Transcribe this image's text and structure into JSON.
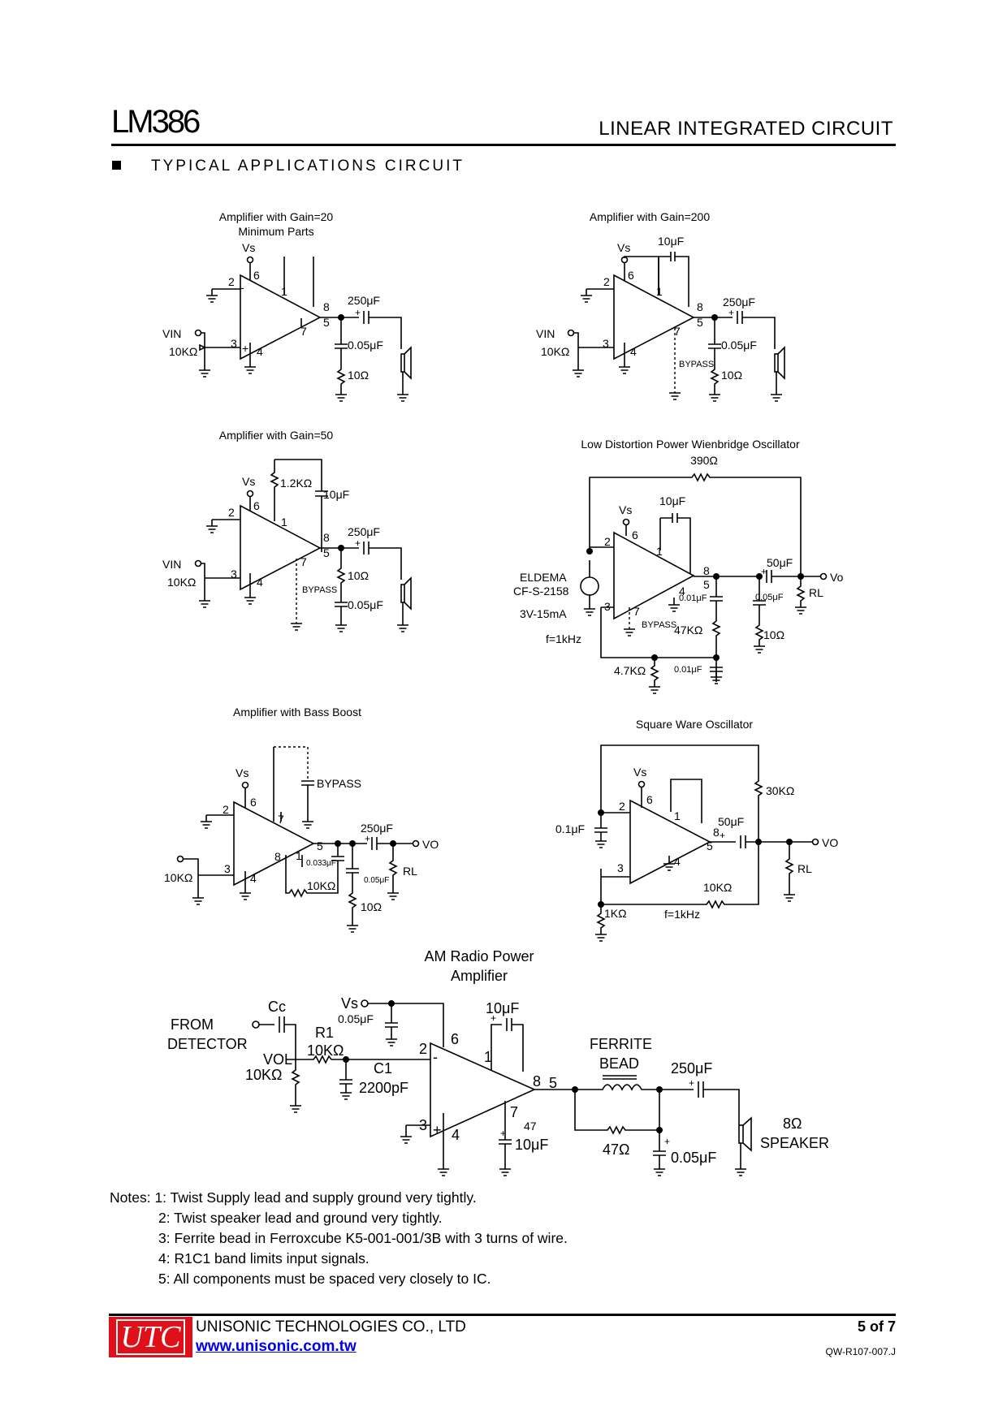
{
  "header": {
    "part_number": "LM386",
    "doc_type": "LINEAR INTEGRATED CIRCUIT",
    "section_title": "TYPICAL APPLICATIONS CIRCUIT"
  },
  "circuits": {
    "gain20": {
      "title1": "Amplifier with Gain=20",
      "title2": "Minimum Parts",
      "vs": "Vs",
      "vin": "VIN",
      "pot": "10KΩ",
      "cap_out": "250μF",
      "cap_snub": "0.05μF",
      "res_snub": "10Ω"
    },
    "gain200": {
      "title": "Amplifier with Gain=200",
      "vs": "Vs",
      "vin": "VIN",
      "pot": "10KΩ",
      "cap_gain": "10μF",
      "cap_out": "250μF",
      "cap_snub": "0.05μF",
      "res_snub": "10Ω",
      "bypass": "BYPASS"
    },
    "gain50": {
      "title": "Amplifier with Gain=50",
      "vs": "Vs",
      "vin": "VIN",
      "pot": "10KΩ",
      "res_gain": "1.2KΩ",
      "cap_gain": "10μF",
      "cap_out": "250μF",
      "res_snub": "10Ω",
      "cap_snub": "0.05μF",
      "bypass": "BYPASS"
    },
    "wien": {
      "title": "Low Distortion Power Wienbridge Oscillator",
      "r_fb": "390Ω",
      "vs": "Vs",
      "cap_gain": "10μF",
      "lamp1": "ELDEMA",
      "lamp2": "CF-S-2158",
      "lamp3": "3V-15mA",
      "freq": "f=1kHz",
      "cap_out": "50μF",
      "vo": "Vo",
      "rl": "RL",
      "c1": "0.01μF",
      "c2": "0.05μF",
      "r1": "47KΩ",
      "r2": "10Ω",
      "r3": "4.7KΩ",
      "c3": "0.01μF",
      "bypass": "BYPASS"
    },
    "bass": {
      "title": "Amplifier with Bass Boost",
      "vs": "Vs",
      "bypass": "BYPASS",
      "cap_out": "250μF",
      "vo": "VO",
      "rl": "RL",
      "c1": "0.033μF",
      "r1": "10KΩ",
      "c2": "0.05μF",
      "r2": "10Ω",
      "pot": "10KΩ"
    },
    "square": {
      "title": "Square Ware Oscillator",
      "vs": "Vs",
      "r_fb": "30KΩ",
      "cap_in": "0.1μF",
      "cap_out": "50μF",
      "vo": "VO",
      "rl": "RL",
      "r2": "10KΩ",
      "r1": "1KΩ",
      "freq": "f=1kHz"
    },
    "am": {
      "title1": "AM Radio Power",
      "title2": "Amplifier",
      "vs": "Vs",
      "cap_vs": "0.05μF",
      "from1": "FROM",
      "from2": "DETECTOR",
      "cc": "Cc",
      "r1": "R1",
      "r1_val": "10KΩ",
      "vol": "VOL",
      "vol_val": "10KΩ",
      "c1": "C1",
      "c1_val": "2200pF",
      "cap_gain": "10μF",
      "ferrite1": "FERRITE",
      "ferrite2": "BEAD",
      "cap_out": "250μF",
      "speaker1": "8Ω",
      "speaker2": "SPEAKER",
      "r47": "47Ω",
      "cap_snub": "0.05μF",
      "pin7_cap": "10μF",
      "faint47": "47"
    }
  },
  "notes": {
    "label": "Notes:",
    "items": [
      "1: Twist Supply lead and supply ground very tightly.",
      "2: Twist speaker lead and ground very tightly.",
      "3: Ferrite bead in Ferroxcube K5-001-001/3B with 3 turns of wire.",
      "4: R1C1 band limits input signals.",
      "5: All components must be spaced very closely to IC."
    ]
  },
  "footer": {
    "logo": "UTC",
    "company": "UNISONIC TECHNOLOGIES CO., LTD",
    "website": "www.unisonic.com.tw",
    "page": "5 of 7",
    "doc_no": "QW-R107-007.J"
  }
}
